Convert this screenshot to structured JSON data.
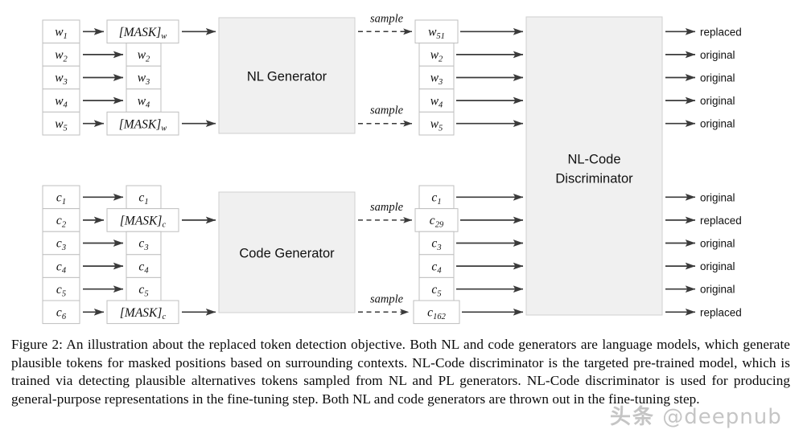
{
  "figure": {
    "generators": [
      {
        "id": "nl-generator",
        "label": "NL Generator"
      },
      {
        "id": "code-generator",
        "label": "Code Generator"
      }
    ],
    "discriminator": {
      "line1": "NL-Code",
      "line2": "Discriminator"
    },
    "sample_label": "sample",
    "nl_row": {
      "input_tokens": [
        "w₁",
        "w₂",
        "w₃",
        "w₄",
        "w₅"
      ],
      "masked_tokens": [
        "[MASK]w",
        "w₂",
        "w₃",
        "w₄",
        "[MASK]w"
      ],
      "masked_flags": [
        true,
        false,
        false,
        false,
        true
      ],
      "sampled_tokens": [
        "w₅₁",
        "w₂",
        "w₃",
        "w₄",
        "w₅"
      ],
      "sampled_flags": [
        true,
        false,
        false,
        false,
        true
      ],
      "outputs": [
        "replaced",
        "original",
        "original",
        "original",
        "original"
      ]
    },
    "code_row": {
      "input_tokens": [
        "c₁",
        "c₂",
        "c₃",
        "c₄",
        "c₅",
        "c₆"
      ],
      "masked_tokens": [
        "c₁",
        "[MASK]c",
        "c₃",
        "c₄",
        "c₅",
        "[MASK]c"
      ],
      "masked_flags": [
        false,
        true,
        false,
        false,
        false,
        true
      ],
      "sampled_tokens": [
        "c₁",
        "c₂₉",
        "c₃",
        "c₄",
        "c₅",
        "c₁₆₂"
      ],
      "sampled_flags": [
        false,
        true,
        false,
        false,
        false,
        true
      ],
      "outputs": [
        "original",
        "replaced",
        "original",
        "original",
        "original",
        "replaced"
      ]
    },
    "colors": {
      "box_fill": "#ffffff",
      "box_stroke": "#bfbfbf",
      "block_fill": "#f0f0f0",
      "block_stroke": "#cfcfcf",
      "arrow": "#3a3a3a",
      "text": "#111111"
    }
  },
  "caption": {
    "text": "Figure 2: An illustration about the replaced token detection objective. Both NL and code generators are language models, which generate plausible tokens for masked positions based on surrounding contexts. NL-Code discriminator is the targeted pre-trained model, which is trained via detecting plausible alternatives tokens sampled from NL and PL generators. NL-Code discriminator is used for producing general-purpose representations in the fine-tuning step. Both NL and code generators are thrown out in the fine-tuning step."
  },
  "watermark": {
    "cn": "头条",
    "handle": "@deepnub"
  }
}
